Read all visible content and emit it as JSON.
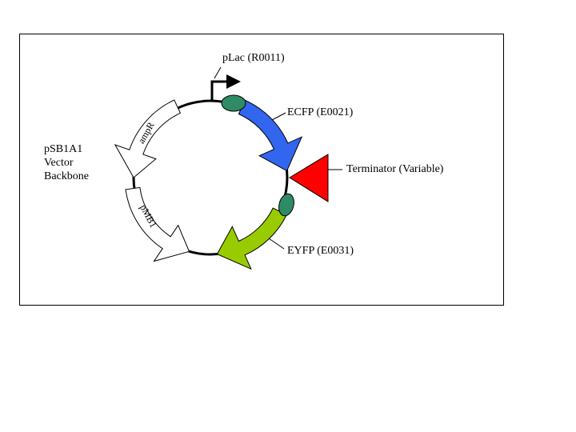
{
  "diagram": {
    "promoter": {
      "label": "pLac (R0011)"
    },
    "cds1": {
      "label": "ECFP (E0021)",
      "color": "#3366ee"
    },
    "terminator": {
      "label": "Terminator (Variable)",
      "color": "#ff0000"
    },
    "cds2": {
      "label": "EYFP (E0031)",
      "color": "#99cc00"
    },
    "rbs_color": "#2e8b63",
    "backbone": {
      "line1": "pSB1A1",
      "line2": "Vector",
      "line3": "Backbone"
    },
    "ampR": {
      "label": "ampR"
    },
    "ori": {
      "label": "pMB1"
    }
  }
}
